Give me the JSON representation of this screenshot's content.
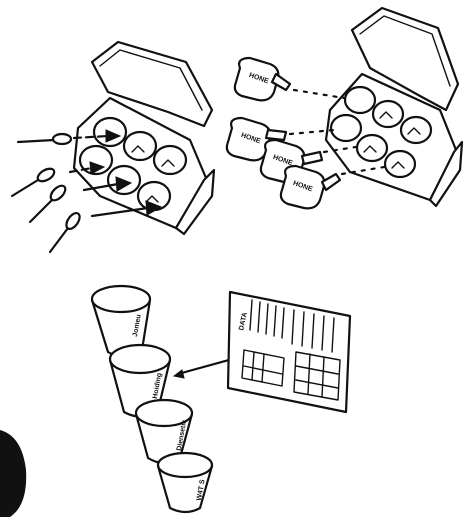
{
  "illustration": {
    "panels": [
      {
        "name": "spoons-into-egg-carton"
      },
      {
        "name": "bottles-into-egg-carton"
      },
      {
        "name": "cups-and-data-sheet"
      }
    ],
    "bottle_labels": [
      "HONE",
      "HONE",
      "HONE",
      "HONE"
    ],
    "cup_labels": [
      "Jomeu",
      "Hoiding",
      "Diensetic",
      "W4T S"
    ],
    "sheet": {
      "title": "DATA"
    },
    "colors": {
      "ink": "#111111",
      "paper": "#ffffff"
    }
  }
}
